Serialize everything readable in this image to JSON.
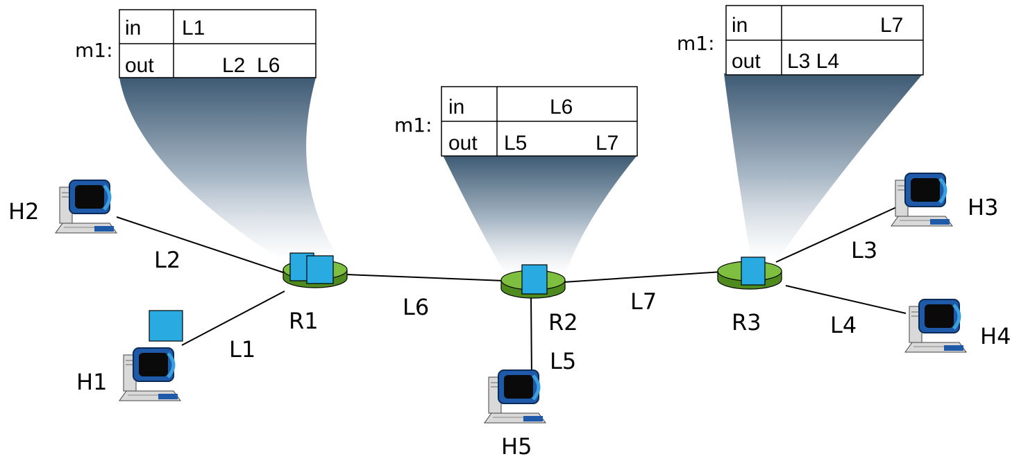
{
  "colors": {
    "router_green": "#7fbf3f",
    "router_dark": "#4f8a1f",
    "packet_blue": "#29abe2",
    "beam_top": "#3d5a73",
    "monitor_blue": "#1e90ff"
  },
  "tables": {
    "r1": {
      "name": "m1:",
      "in_label": "in",
      "out_label": "out",
      "in_links": "L1",
      "out_links": "L2  L6"
    },
    "r2": {
      "name": "m1:",
      "in_label": "in",
      "out_label": "out",
      "in_links": "L6",
      "out_a": "L5",
      "out_b": "L7"
    },
    "r3": {
      "name": "m1:",
      "in_label": "in",
      "out_label": "out",
      "in_links": "L7",
      "out_links": "L3 L4"
    }
  },
  "routers": {
    "r1": "R1",
    "r2": "R2",
    "r3": "R3"
  },
  "hosts": {
    "h1": "H1",
    "h2": "H2",
    "h3": "H3",
    "h4": "H4",
    "h5": "H5"
  },
  "links": {
    "l1": "L1",
    "l2": "L2",
    "l3": "L3",
    "l4": "L4",
    "l5": "L5",
    "l6": "L6",
    "l7": "L7"
  }
}
